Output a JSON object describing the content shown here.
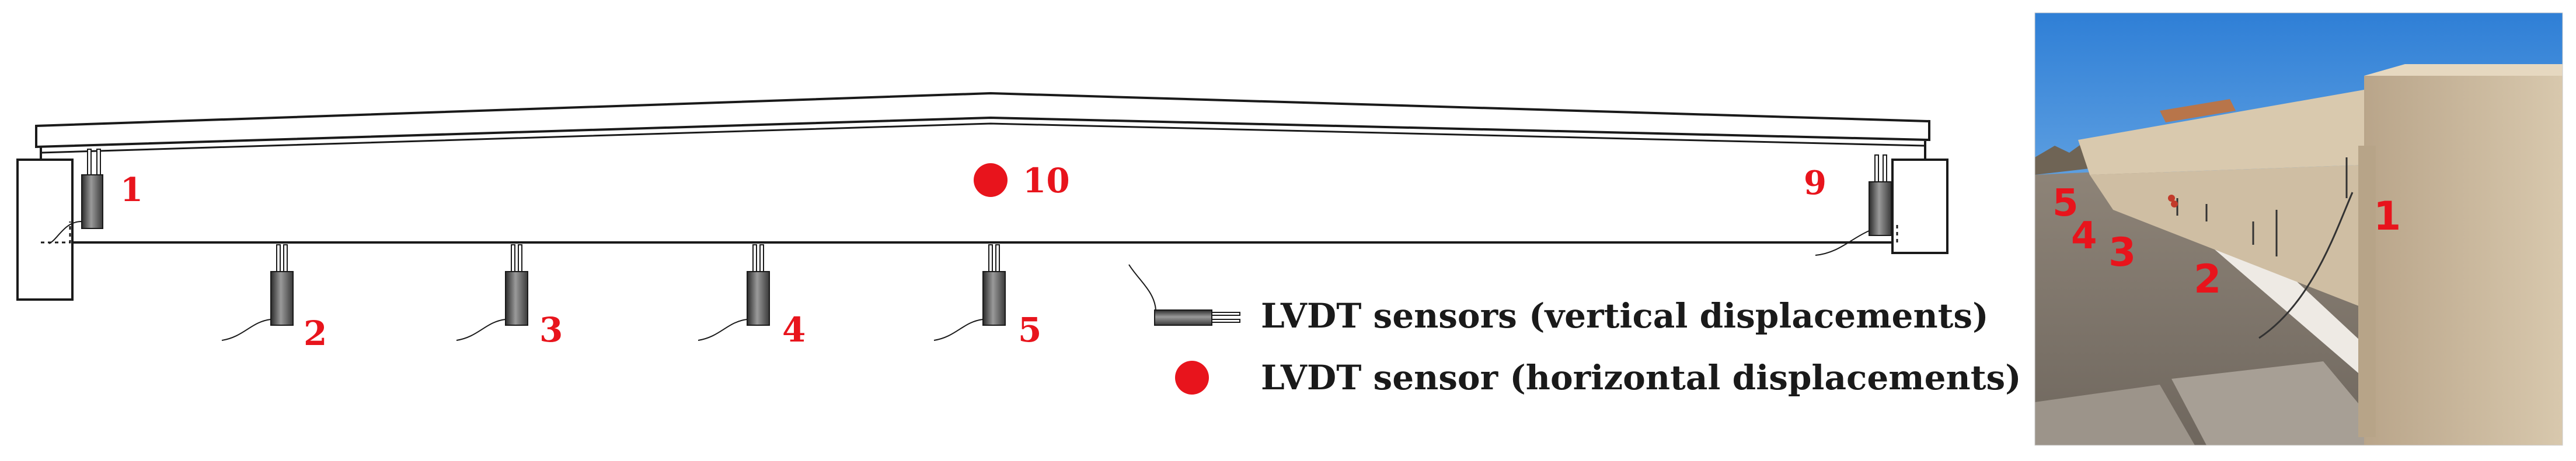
{
  "diagram": {
    "sensor_labels": [
      "1",
      "2",
      "3",
      "4",
      "5",
      "9",
      "10"
    ],
    "legend": {
      "vertical": "LVDT sensors (vertical displacements)",
      "horizontal": "LVDT sensor (horizontal displacements)"
    },
    "colors": {
      "label": "#e8141c",
      "line": "#1a1a1a",
      "sensor_dot": "#e8141c"
    }
  },
  "photo": {
    "sensor_labels": [
      "1",
      "2",
      "3",
      "4",
      "5"
    ]
  }
}
